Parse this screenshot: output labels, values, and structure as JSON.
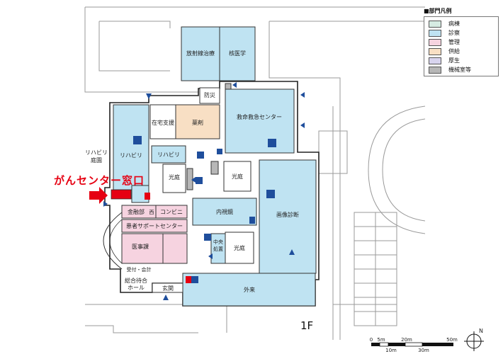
{
  "legend": {
    "title": "■部門凡例",
    "items": [
      {
        "label": "病棟",
        "color": "#d6ebe2"
      },
      {
        "label": "診察",
        "color": "#bfe3f2"
      },
      {
        "label": "管理",
        "color": "#f6d3e0"
      },
      {
        "label": "供給",
        "color": "#f8dfc4"
      },
      {
        "label": "厚生",
        "color": "#d8d4ee"
      },
      {
        "label": "機械室等",
        "color": "#b7b7b7"
      }
    ]
  },
  "rooms": {
    "radiation": "放射線治療",
    "nuclear": "核医学",
    "bosai": "防災",
    "emergency": "救命救急センター",
    "zaitaku": "在宅支援",
    "pharmacy": "薬剤",
    "rehab_main": "リハビリ",
    "rehab_small": "リハビリ",
    "rehab_garden_1": "リハビリ",
    "rehab_garden_2": "庭園",
    "lightwell_1": "光庭",
    "lightwell_2": "光庭",
    "lightwell_3": "光庭",
    "endoscopy": "内視鏡",
    "imaging": "画像診断",
    "bank": "金融部",
    "bank_small": "西",
    "convenience": "コンビニ",
    "patient_support": "患者サポートセンター",
    "medical_affairs": "医事課",
    "reception": "受付・会計",
    "central_1": "中央",
    "central_2": "処置",
    "waiting_1": "総合待合",
    "waiting_2": "ホール",
    "entrance": "玄関",
    "outpatient": "外来"
  },
  "callout": "がんセンター窓口",
  "floor": "1F",
  "scale": {
    "ticks": [
      "0",
      "5m",
      "20m",
      "50m"
    ],
    "ticks2": [
      "10m",
      "30m"
    ]
  },
  "compass": "N",
  "colors": {
    "clinic": "#bfe3f2",
    "admin": "#f6d3e0",
    "supply": "#f8dfc4",
    "machine": "#b7b7b7",
    "highlight": "#e60012",
    "marker": "#1f4e9c"
  }
}
